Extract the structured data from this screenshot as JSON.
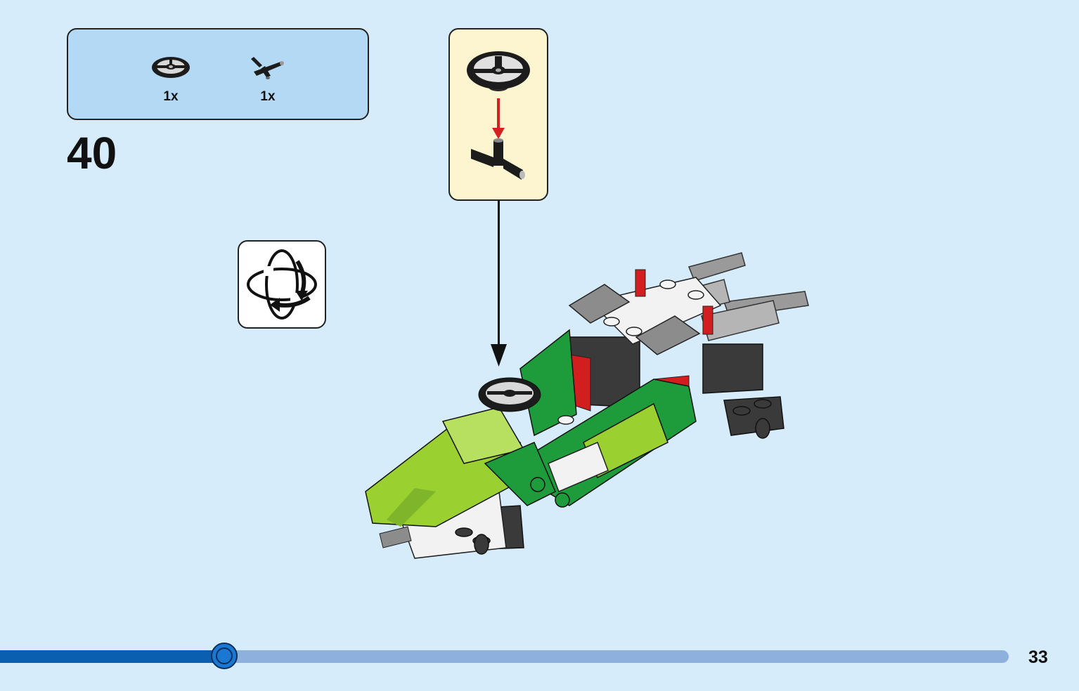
{
  "step": {
    "number": "40"
  },
  "parts_list": [
    {
      "name": "steering-wheel-icon",
      "quantity": "1x",
      "color": "#1c1c1c"
    },
    {
      "name": "t-bar-pin-icon",
      "quantity": "1x",
      "color": "#1c1c1c"
    }
  ],
  "callout": {
    "arrow_color": "#d42020",
    "background": "#fdf5d0"
  },
  "rotate_indicator": {
    "icon": "rotate-model-icon"
  },
  "progress": {
    "fraction": 0.222,
    "track_color": "#8eb0dd",
    "fill_color": "#0a5fb0"
  },
  "page": {
    "number": "33"
  }
}
